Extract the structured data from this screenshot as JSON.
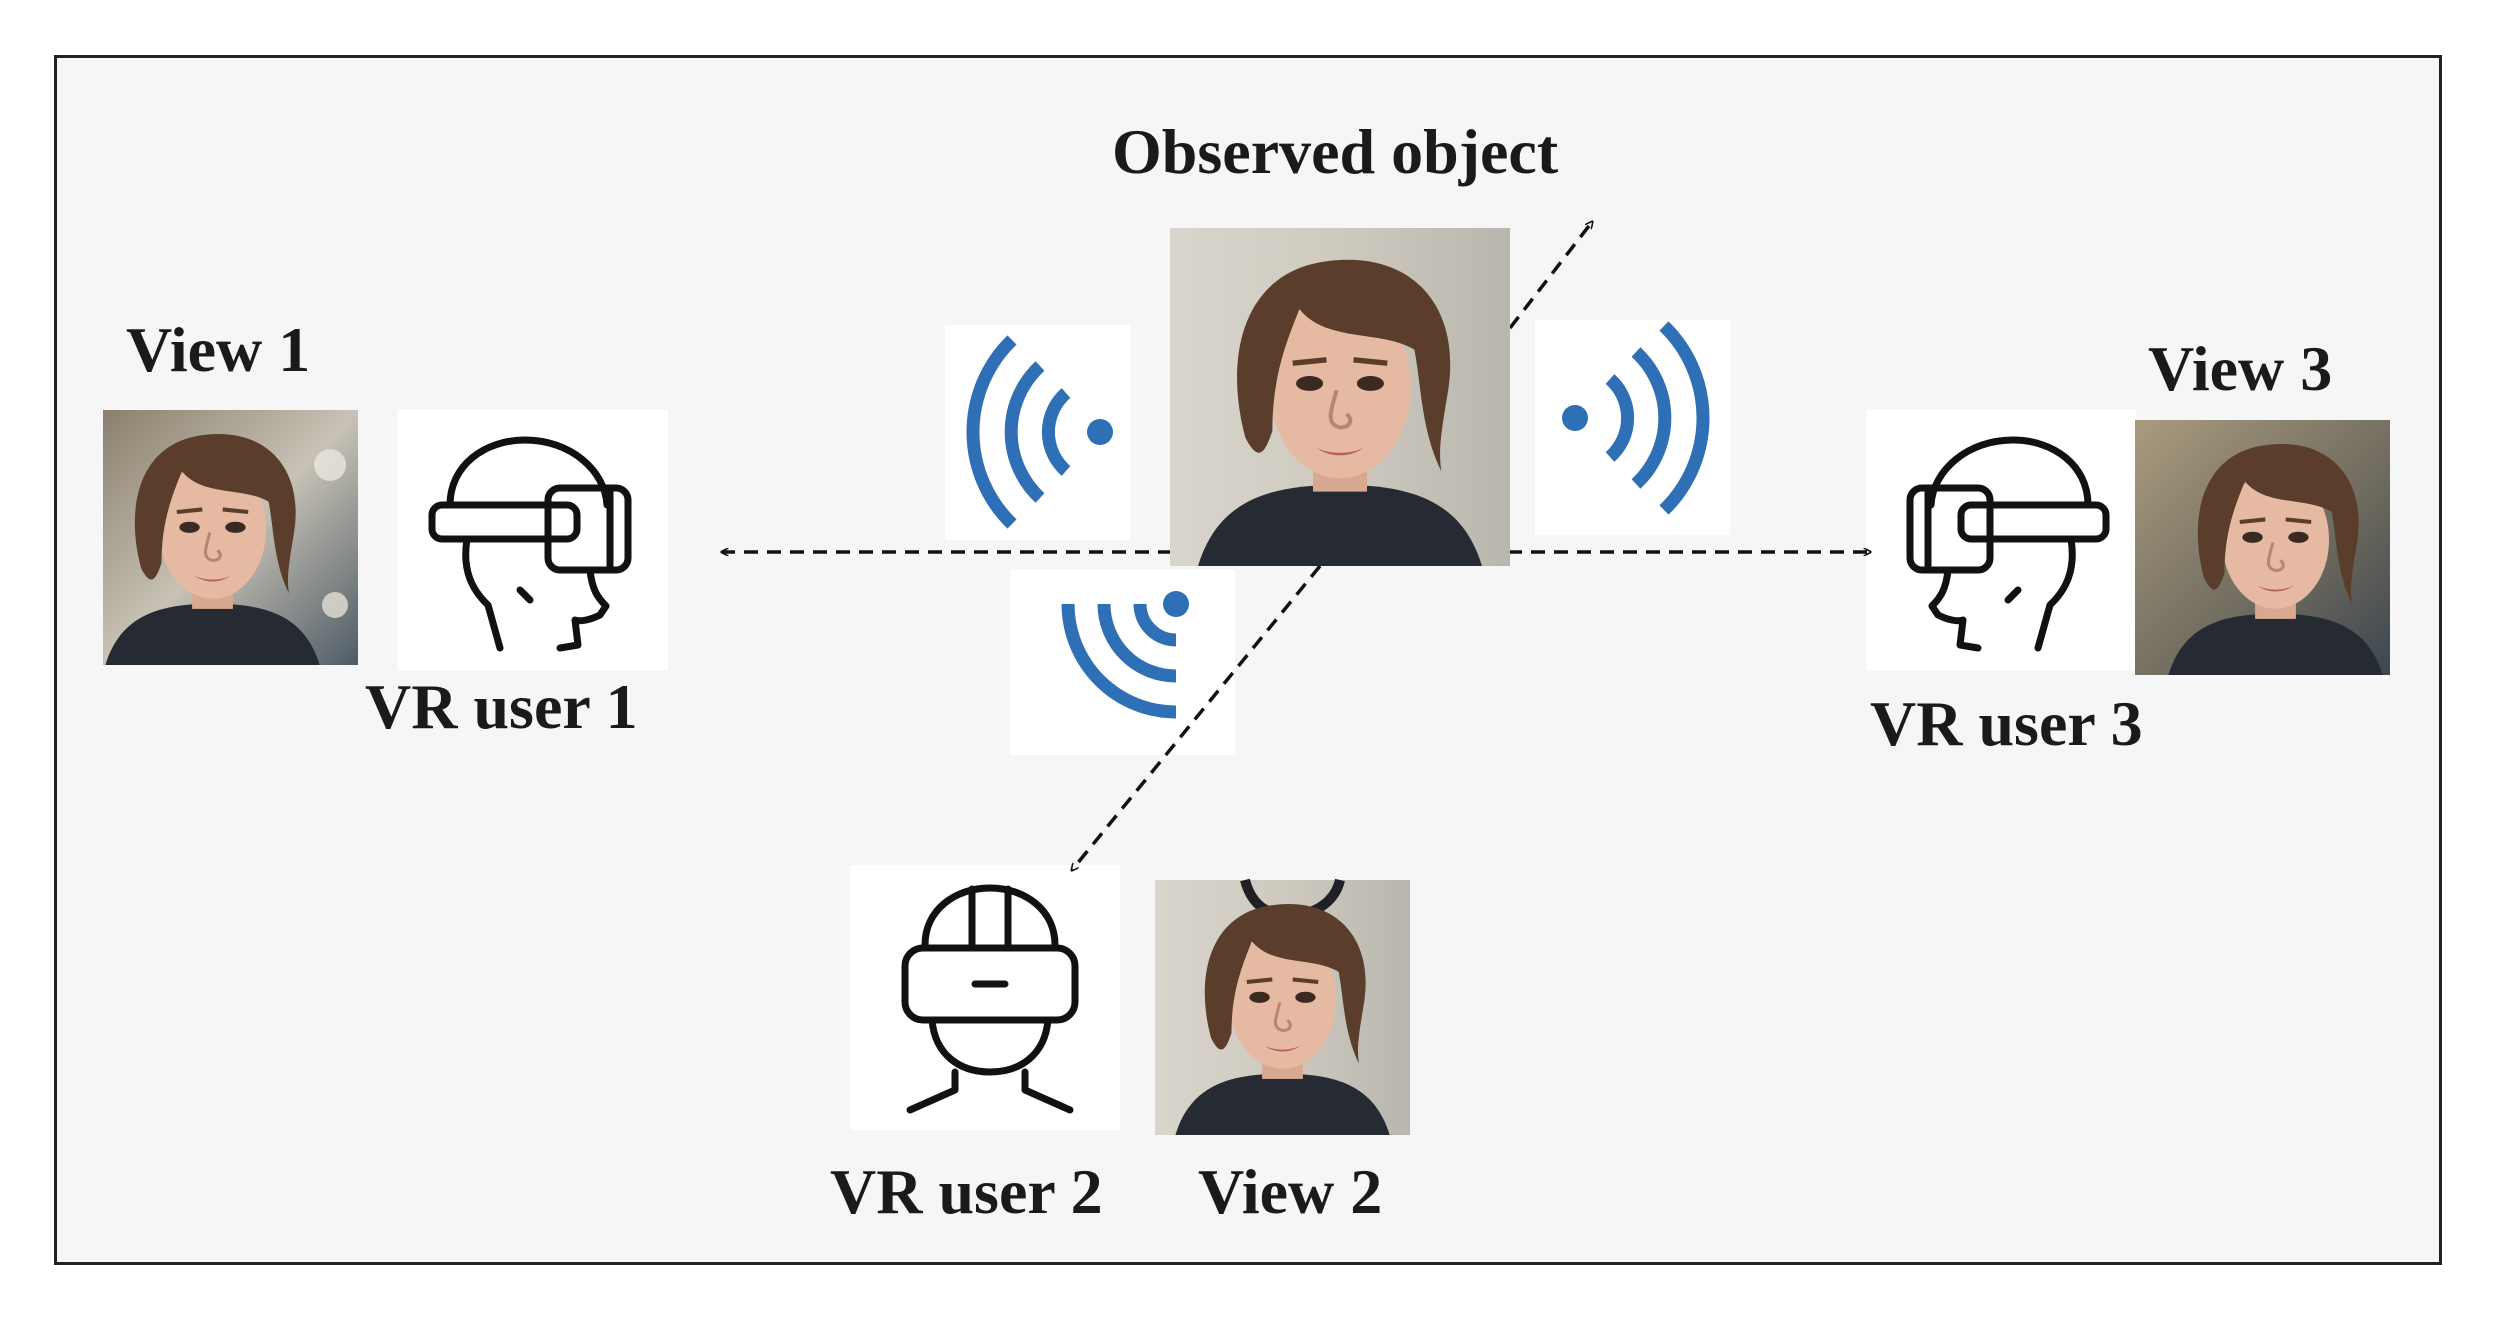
{
  "labels": {
    "observed": "Observed object",
    "view1": "View 1",
    "view2": "View 2",
    "view3": "View 3",
    "user1": "VR user 1",
    "user2": "VR user 2",
    "user3": "VR user 3"
  },
  "icons": {
    "headset_side": "vr-headset-side-icon",
    "headset_front": "vr-headset-front-icon",
    "wifi": "wifi-signal-icon"
  },
  "colors": {
    "signal": "#2f6fb5",
    "line": "#111111",
    "frame_bg": "#f5f6f5"
  }
}
